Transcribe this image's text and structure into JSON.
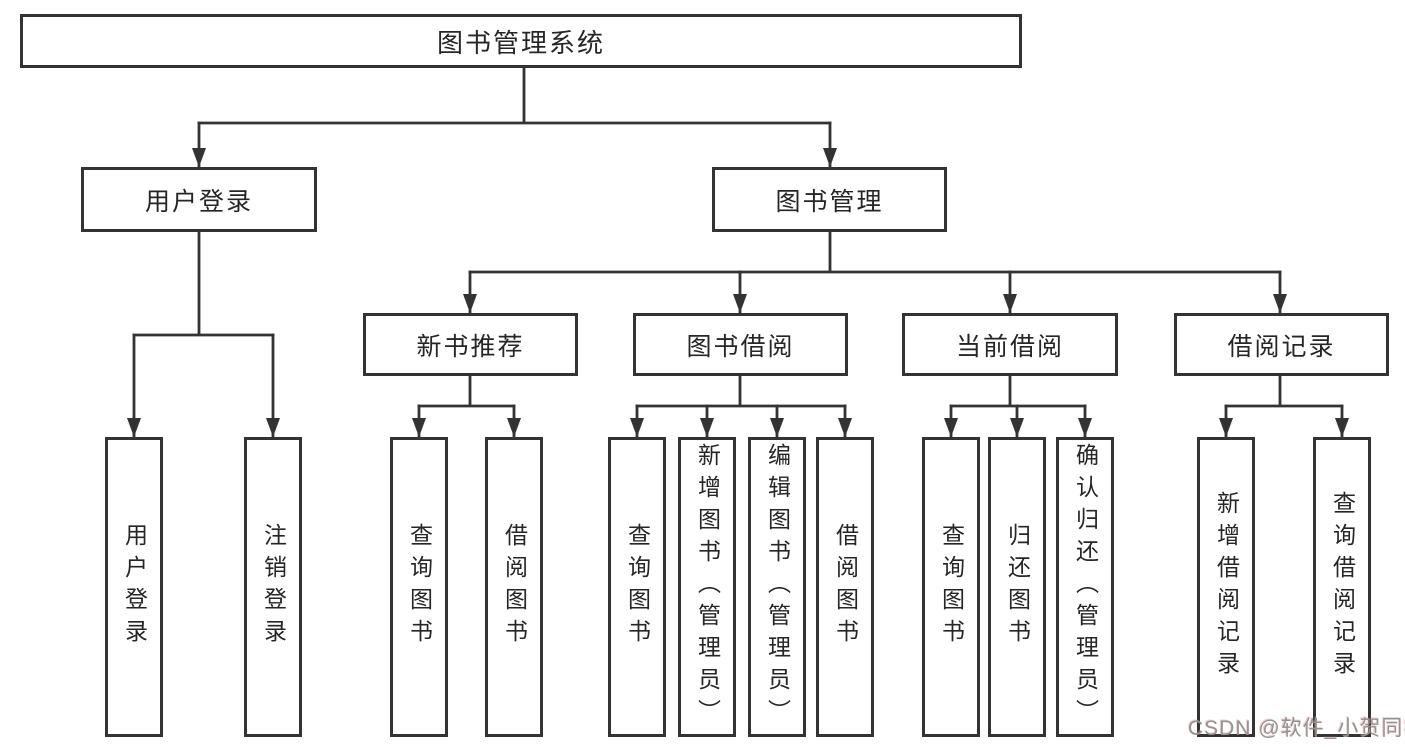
{
  "colors": {
    "line": "#333333",
    "box_border": "#333333",
    "text": "#262626",
    "background": "#ffffff",
    "watermark_gray": "#939393",
    "watermark_tint": "#eb9696"
  },
  "watermark": {
    "text": "CSDN @软件_小贺同学"
  },
  "diagram": {
    "type": "hierarchy-tree",
    "root": {
      "label": "图书管理系统"
    },
    "branches": [
      {
        "label": "用户登录",
        "children": [
          {
            "label": "用户登录"
          },
          {
            "label": "注销登录"
          }
        ]
      },
      {
        "label": "图书管理",
        "children": [
          {
            "label": "新书推荐",
            "children": [
              {
                "label": "查询图书"
              },
              {
                "label": "借阅图书"
              }
            ]
          },
          {
            "label": "图书借阅",
            "children": [
              {
                "label": "查询图书"
              },
              {
                "label": "新增图书（管理员）"
              },
              {
                "label": "编辑图书（管理员）"
              },
              {
                "label": "借阅图书"
              }
            ]
          },
          {
            "label": "当前借阅",
            "children": [
              {
                "label": "查询图书"
              },
              {
                "label": "归还图书"
              },
              {
                "label": "确认归还（管理员）"
              }
            ]
          },
          {
            "label": "借阅记录",
            "children": [
              {
                "label": "新增借阅记录"
              },
              {
                "label": "查询借阅记录"
              }
            ]
          }
        ]
      }
    ]
  }
}
